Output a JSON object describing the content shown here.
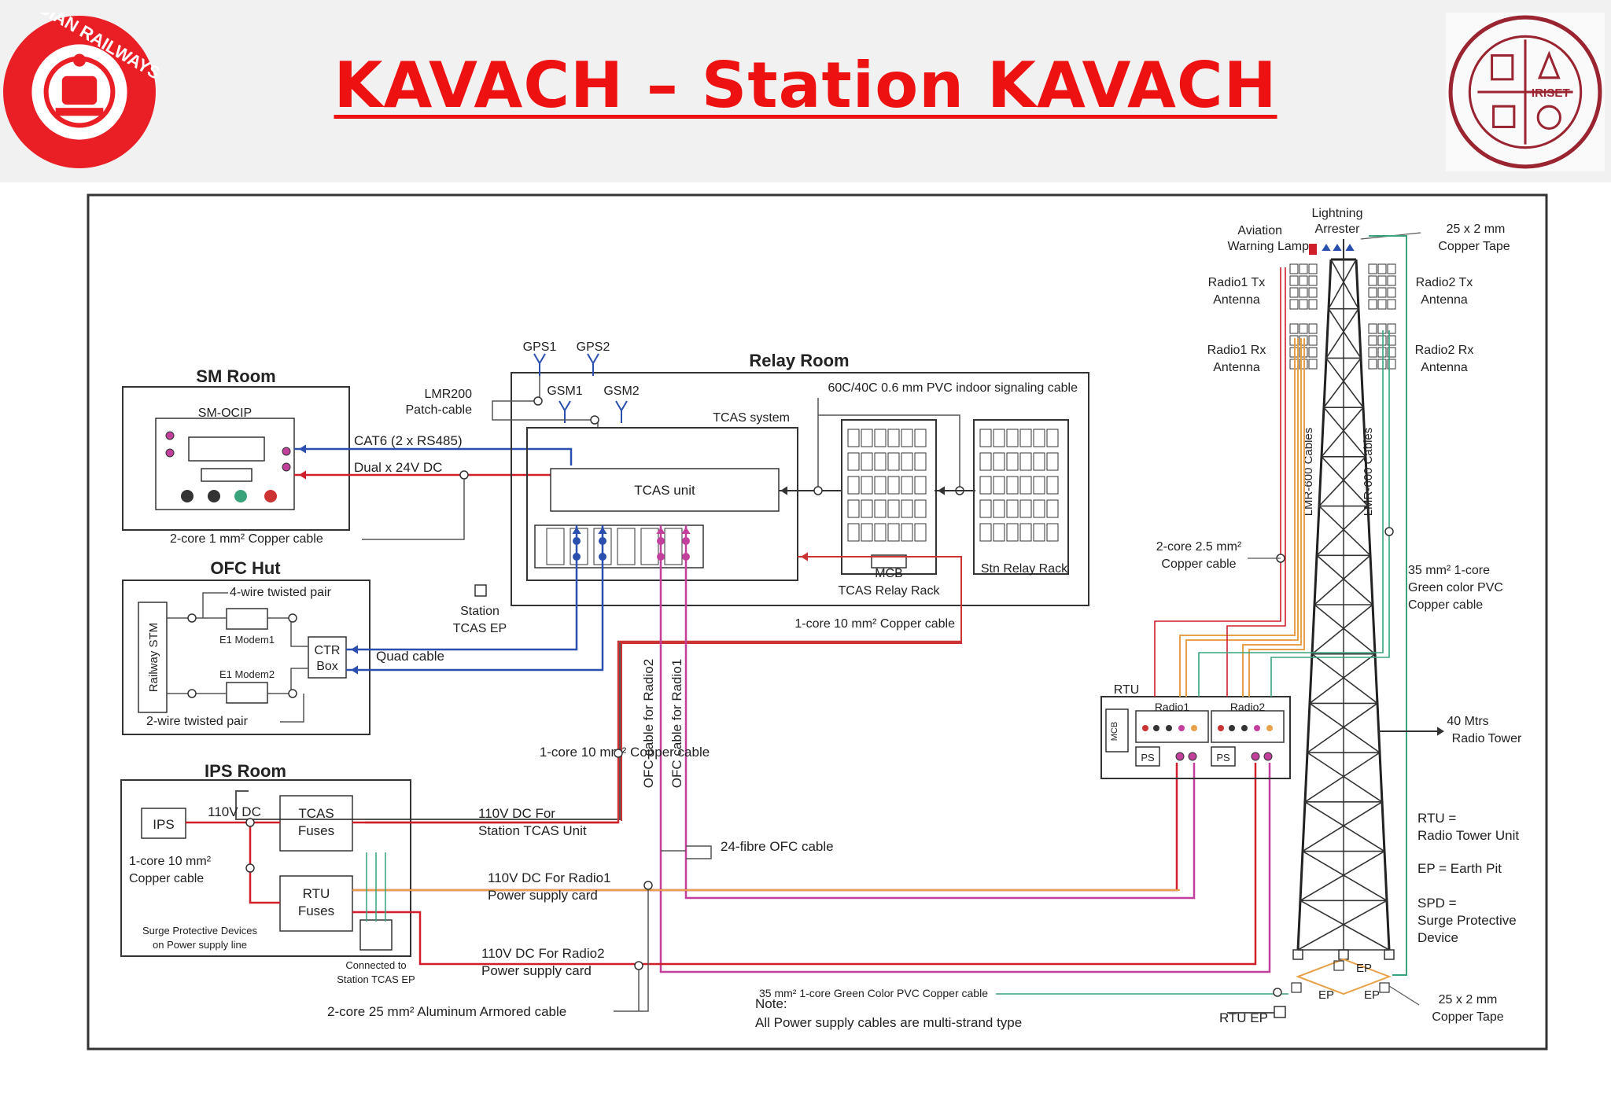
{
  "header": {
    "title": "KAVACH – Station KAVACH",
    "logo_left_text": "INDIAN RAILWAYS",
    "logo_right_text": "IRISET"
  },
  "colors": {
    "title": "#ee1111",
    "red_cable": "#d01f2a",
    "blue_cable": "#2b4fae",
    "pink_cable": "#c2409b",
    "orange_cable": "#e7a14a",
    "green_cable": "#3aa37c",
    "logo_red": "#ea1f26",
    "logo_maroon": "#9a2430"
  },
  "rooms": {
    "sm_room": "SM Room",
    "relay_room": "Relay Room",
    "ofc_hut": "OFC Hut",
    "ips_room": "IPS Room"
  },
  "labels": {
    "sm_ocip": "SM-OCIP",
    "cat6": "CAT6 (2 x RS485)",
    "dual_24v": "Dual x 24V DC",
    "two_core_1mm": "2-core 1 mm² Copper cable",
    "gps1": "GPS1",
    "gps2": "GPS2",
    "gsm1": "GSM1",
    "gsm2": "GSM2",
    "lmr200_1": "LMR200",
    "lmr200_2": "Patch-cable",
    "indoor_cable": "60C/40C 0.6 mm PVC indoor signaling cable",
    "tcas_system": "TCAS system",
    "tcas_unit": "TCAS unit",
    "mcb": "MCB",
    "tcas_relay_rack": "TCAS Relay Rack",
    "stn_relay_rack": "Stn Relay Rack",
    "station_ep_1": "Station",
    "station_ep_2": "TCAS EP",
    "one_core_10_a": "1-core 10 mm² Copper cable",
    "four_wire": "4-wire twisted pair",
    "two_wire": "2-wire twisted pair",
    "e1_modem1": "E1 Modem1",
    "e1_modem2": "E1 Modem2",
    "railway_stm": "Railway STM",
    "ctr_box_1": "CTR",
    "ctr_box_2": "Box",
    "quad_cable": "Quad cable",
    "one_core_10_b": "1-core 10 mm² Copper cable",
    "ofc_radio2": "OFC cable for Radio2",
    "ofc_radio1": "OFC cable for Radio1",
    "ips": "IPS",
    "v110_dc": "110V DC",
    "tcas_fuses_1": "TCAS",
    "tcas_fuses_2": "Fuses",
    "rtu_fuses_1": "RTU",
    "rtu_fuses_2": "Fuses",
    "one_core_10_c1": "1-core 10 mm²",
    "one_core_10_c2": "Copper cable",
    "spd_1": "Surge Protective Devices",
    "spd_2": "on Power supply line",
    "connected_1": "Connected to",
    "connected_2": "Station TCAS EP",
    "dc_tcas_1": "110V DC For",
    "dc_tcas_2": "Station TCAS Unit",
    "fibre24": "24-fibre OFC cable",
    "dc_radio1_1": "110V DC For Radio1",
    "dc_radio1_2": "Power supply card",
    "dc_radio2_1": "110V DC For Radio2",
    "dc_radio2_2": "Power supply card",
    "two_core_25": "2-core 25 mm² Aluminum Armored cable",
    "note_1": "Note:",
    "note_2": "All Power supply cables are multi-strand type",
    "green_pvc_bottom": "35 mm² 1-core Green Color PVC Copper cable",
    "rtu_ep": "RTU EP",
    "lightning_1": "Lightning",
    "lightning_2": "Arrester",
    "aviation_1": "Aviation",
    "aviation_2": "Warning Lamp",
    "copper_tape_top_1": "25 x 2 mm",
    "copper_tape_top_2": "Copper Tape",
    "radio1_tx_1": "Radio1 Tx",
    "radio1_tx_2": "Antenna",
    "radio2_tx_1": "Radio2 Tx",
    "radio2_tx_2": "Antenna",
    "radio1_rx_1": "Radio1 Rx",
    "radio1_rx_2": "Antenna",
    "radio2_rx_1": "Radio2 Rx",
    "radio2_rx_2": "Antenna",
    "lmr600_a": "LMR-600 Cables",
    "lmr600_b": "LMR-600 Cables",
    "two_core_25mm_1": "2-core 2.5 mm²",
    "two_core_25mm_2": "Copper cable",
    "green_35_1": "35 mm² 1-core",
    "green_35_2": "Green color PVC",
    "green_35_3": "Copper cable",
    "rtu": "RTU",
    "radio1": "Radio1",
    "radio2": "Radio2",
    "ps": "PS",
    "tower_1": "40 Mtrs",
    "tower_2": "Radio Tower",
    "legend_rtu_1": "RTU =",
    "legend_rtu_2": "Radio Tower Unit",
    "legend_ep": "EP = Earth Pit",
    "legend_spd_1": "SPD =",
    "legend_spd_2": "Surge Protective",
    "legend_spd_3": "Device",
    "ep": "EP",
    "copper_tape_bottom_1": "25 x 2 mm",
    "copper_tape_bottom_2": "Copper Tape"
  }
}
